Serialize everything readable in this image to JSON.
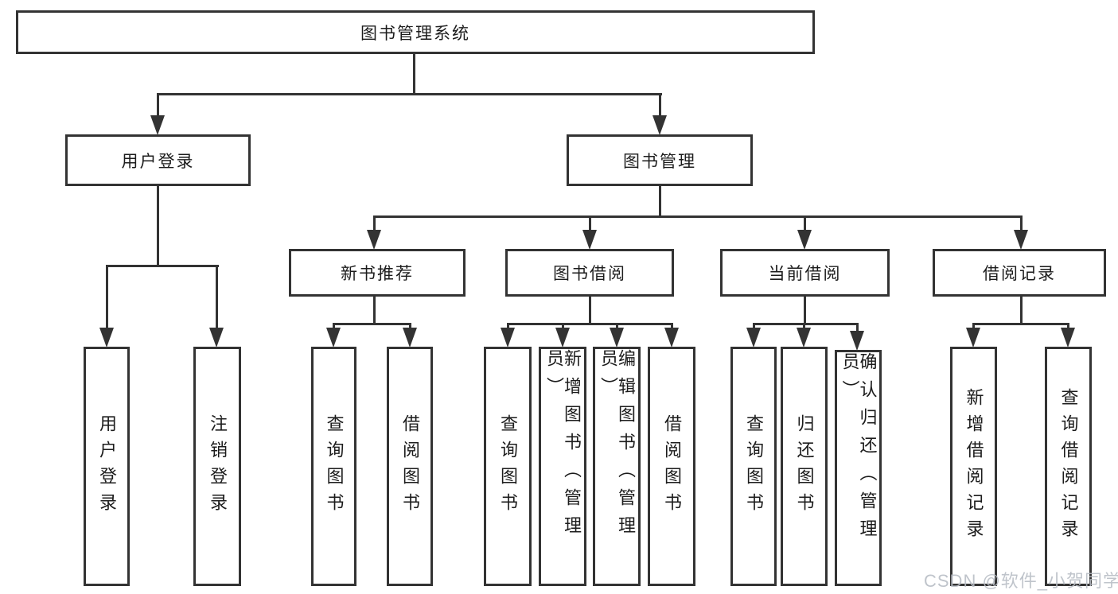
{
  "diagram": {
    "root": {
      "label": "图书管理系统"
    },
    "branches": [
      {
        "label": "用户登录",
        "children": [
          {
            "label": "用户登录"
          },
          {
            "label": "注销登录"
          }
        ]
      },
      {
        "label": "图书管理",
        "children": [
          {
            "label": "新书推荐",
            "children": [
              {
                "label": "查询图书"
              },
              {
                "label": "借阅图书"
              }
            ]
          },
          {
            "label": "图书借阅",
            "children": [
              {
                "label": "查询图书"
              },
              {
                "label": "新增图书（管理员）"
              },
              {
                "label": "编辑图书（管理员）"
              },
              {
                "label": "借阅图书"
              }
            ]
          },
          {
            "label": "当前借阅",
            "children": [
              {
                "label": "查询图书"
              },
              {
                "label": "归还图书"
              },
              {
                "label": "确认归还（管理员）"
              }
            ]
          },
          {
            "label": "借阅记录",
            "children": [
              {
                "label": "新增借阅记录"
              },
              {
                "label": "查询借阅记录"
              }
            ]
          }
        ]
      }
    ]
  },
  "watermark": {
    "text": "CSDN @软件_小贺同学"
  },
  "colors": {
    "line": "#333333",
    "text": "#1c1c1c",
    "background": "#ffffff",
    "watermark": "#b7bcc4"
  }
}
